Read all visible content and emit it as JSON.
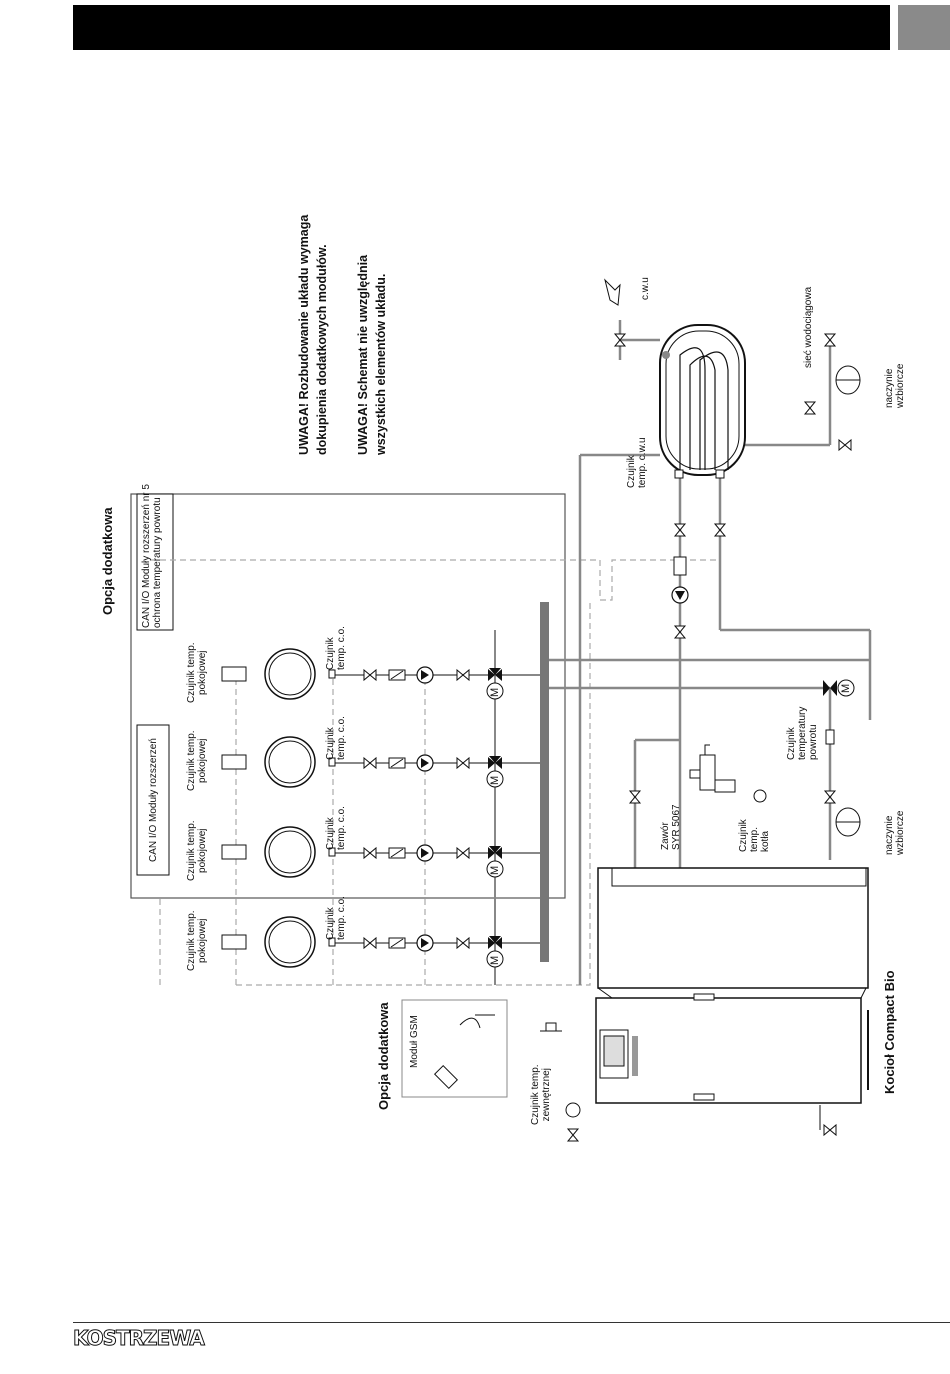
{
  "header": {
    "tab": ""
  },
  "warnings": {
    "line1a": "UWAGA! Rozbudowanie układu wymaga",
    "line1b": "dokupienia  dodatkowych modułów.",
    "line2a": "UWAGA! Schemat nie uwzględnia",
    "line2b": "wszystkich elementów układu."
  },
  "option_main": {
    "title": "Opcja dodatkowa",
    "module_box_1a": "CAN I/O Moduły rozszerzeń nr 5",
    "module_box_1b": "ochrona temperatury powrotu",
    "module_box_2": "CAN I/O Moduły rozszerzeń"
  },
  "option_gsm": {
    "title": "Opcja dodatkowa",
    "module": "Moduł GSM"
  },
  "labels": {
    "room_sensor_1": "Czujnik temp.",
    "room_sensor_2": "pokojowej",
    "co_sensor_1": "Czujnik",
    "co_sensor_2": "temp. c.o.",
    "outdoor_sensor_1": "Czujnik temp.",
    "outdoor_sensor_2": "zewnętrznej",
    "valve_1": "Zawór",
    "valve_2": "SYR 5067",
    "boiler_sensor_1": "Czujnik",
    "boiler_sensor_2": "temp.",
    "boiler_sensor_3": "kotła",
    "return_sensor_1": "Czujnik",
    "return_sensor_2": "temperatury",
    "return_sensor_3": "powrotu",
    "exp_vessel_1": "naczynie",
    "exp_vessel_2": "wzbiorcze",
    "water_mains": "sieć wodociągowa",
    "cwu": "c.w.u",
    "cwu_sensor_1": "Czujnik",
    "cwu_sensor_2": "temp. c.w.u",
    "boiler_title": "Kocioł Compact Bio",
    "motor": "M"
  },
  "footer": {
    "logo": "KOSTRZEWA"
  }
}
